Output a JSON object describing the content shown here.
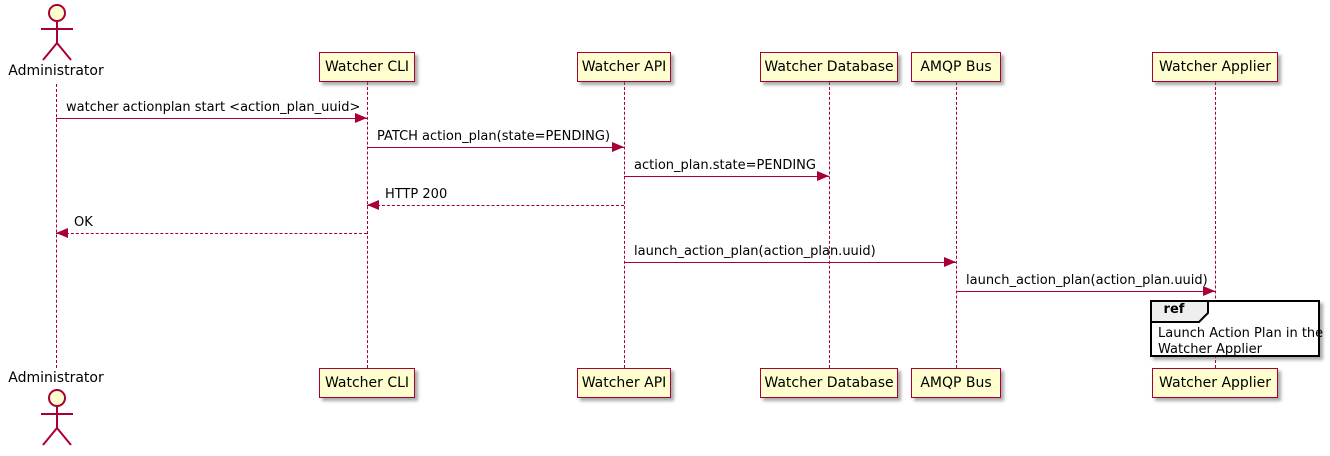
{
  "diagram": {
    "type": "uml-sequence",
    "tool_style": "plantuml"
  },
  "colors": {
    "participant_fill": "#FEFECE",
    "participant_border": "#A80036",
    "arrow": "#A80036",
    "lifeline": "#A80036",
    "text": "#000000",
    "ref_tab_fill": "#EEEEEE",
    "ref_border": "#000000",
    "background": "#FFFFFF"
  },
  "actor": {
    "name": "Administrator"
  },
  "participants": [
    {
      "name": "Watcher CLI"
    },
    {
      "name": "Watcher API"
    },
    {
      "name": "Watcher Database"
    },
    {
      "name": "AMQP Bus"
    },
    {
      "name": "Watcher Applier"
    }
  ],
  "messages": [
    {
      "from": "Administrator",
      "to": "Watcher CLI",
      "style": "solid",
      "text": "watcher actionplan start <action_plan_uuid>"
    },
    {
      "from": "Watcher CLI",
      "to": "Watcher API",
      "style": "solid",
      "text": "PATCH action_plan(state=PENDING)"
    },
    {
      "from": "Watcher API",
      "to": "Watcher Database",
      "style": "solid",
      "text": "action_plan.state=PENDING"
    },
    {
      "from": "Watcher API",
      "to": "Watcher CLI",
      "style": "dashed",
      "text": "HTTP 200"
    },
    {
      "from": "Watcher CLI",
      "to": "Administrator",
      "style": "dashed",
      "text": "OK"
    },
    {
      "from": "Watcher API",
      "to": "AMQP Bus",
      "style": "solid",
      "text": "launch_action_plan(action_plan.uuid)"
    },
    {
      "from": "AMQP Bus",
      "to": "Watcher Applier",
      "style": "solid",
      "text": "launch_action_plan(action_plan.uuid)"
    }
  ],
  "ref": {
    "keyword": "ref",
    "lines": [
      "Launch Action Plan in the",
      "Watcher Applier"
    ]
  }
}
